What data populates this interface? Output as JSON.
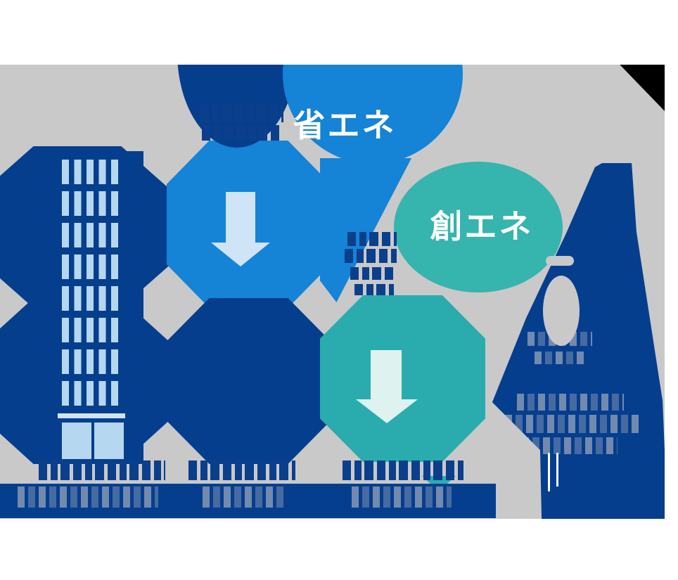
{
  "diagram": {
    "labels": {
      "energy_saving": "省エネ",
      "energy_creation": "創エネ"
    },
    "bubbles": [
      {
        "label": "省エネ",
        "color": "#1583d6"
      },
      {
        "label": "創エネ",
        "color": "#36b4ae"
      }
    ],
    "colors": {
      "page_background": "#ffffff",
      "section_background": "#c9c9c9",
      "navy": "#063e8e",
      "blue": "#1583d6",
      "teal": "#2aacae",
      "teal_circle": "#36b4ae",
      "window_blue": "#b5d8f0",
      "arrow_blue": "#cfe4f6",
      "arrow_teal": "#def2ef",
      "corner_black": "#000000"
    }
  }
}
